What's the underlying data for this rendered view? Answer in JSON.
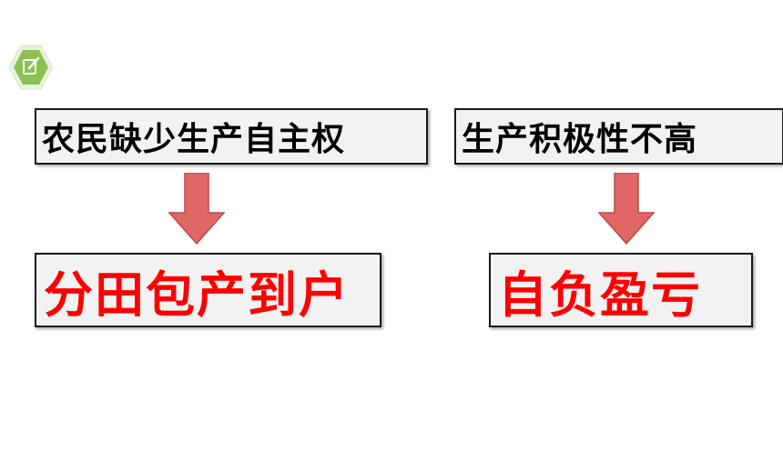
{
  "badge": {
    "icon": "edit-icon",
    "color": "#8cc051"
  },
  "problems": [
    {
      "text": "农民缺少生产自主权"
    },
    {
      "text": "生产积极性不高"
    }
  ],
  "solutions": [
    {
      "text": "分田包产到户"
    },
    {
      "text": "自负盈亏"
    }
  ],
  "colors": {
    "solution_text": "#ff0000",
    "arrow": "#e06666",
    "box_background": "#f2f2f2"
  }
}
